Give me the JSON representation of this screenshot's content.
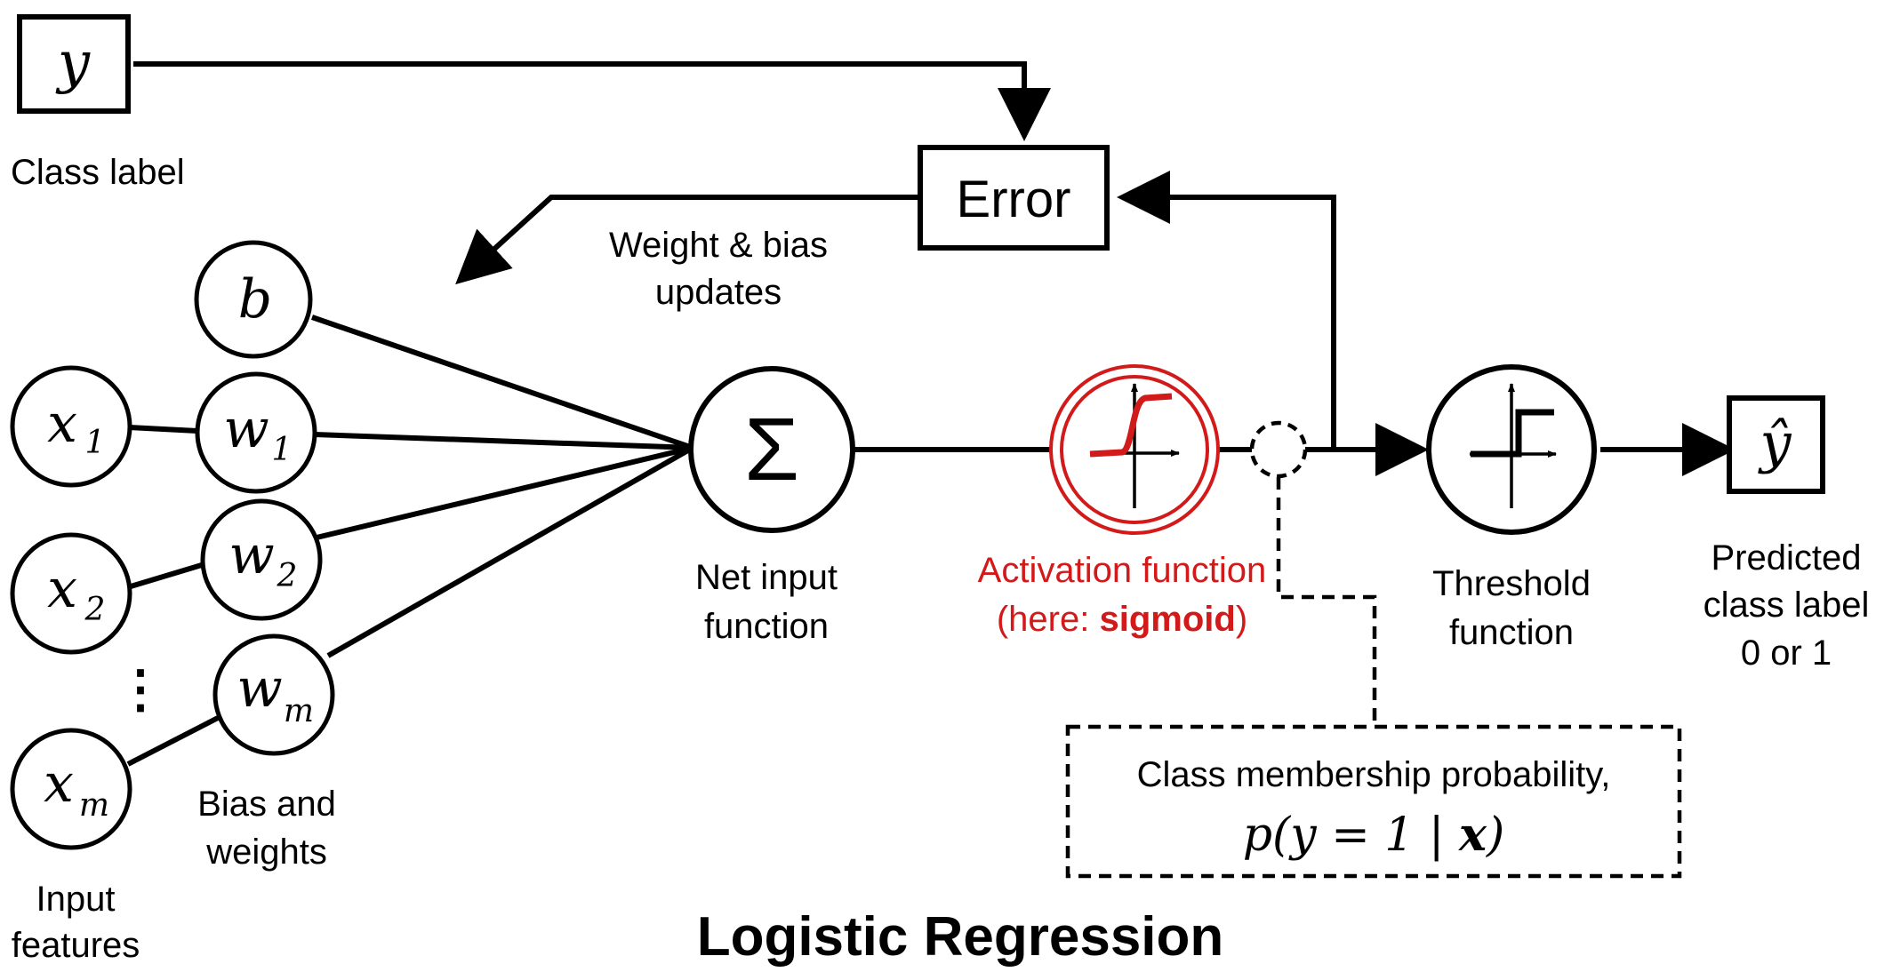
{
  "title": "Logistic Regression",
  "colors": {
    "ink": "#000000",
    "activation": "#d21a1a"
  },
  "nodes": {
    "y": "y",
    "b": "b",
    "x1": {
      "base": "x",
      "sub": "1"
    },
    "x2": {
      "base": "x",
      "sub": "2"
    },
    "xm": {
      "base": "x",
      "sub": "m"
    },
    "w1": {
      "base": "w",
      "sub": "1"
    },
    "w2": {
      "base": "w",
      "sub": "2"
    },
    "wm": {
      "base": "w",
      "sub": "m"
    },
    "sum": "Σ",
    "y_hat": "ŷ",
    "ellipsis": "⋮"
  },
  "labels": {
    "class_label": "Class label",
    "error": "Error",
    "weight_bias_updates": [
      "Weight & bias",
      "updates"
    ],
    "net_input": [
      "Net input",
      "function"
    ],
    "activation": {
      "line1": "Activation function",
      "line2_pre": "(here: ",
      "line2_bold": "sigmoid",
      "line2_post": ")"
    },
    "threshold": [
      "Threshold",
      "function"
    ],
    "predicted": [
      "Predicted",
      "class label",
      "0 or 1"
    ],
    "bias_weights": [
      "Bias and",
      "weights"
    ],
    "input_features": [
      "Input",
      "features"
    ],
    "probability_title": "Class membership probability,",
    "probability_formula": {
      "pre": "p(y = 1 | ",
      "bold": "x",
      "post": ")"
    }
  }
}
